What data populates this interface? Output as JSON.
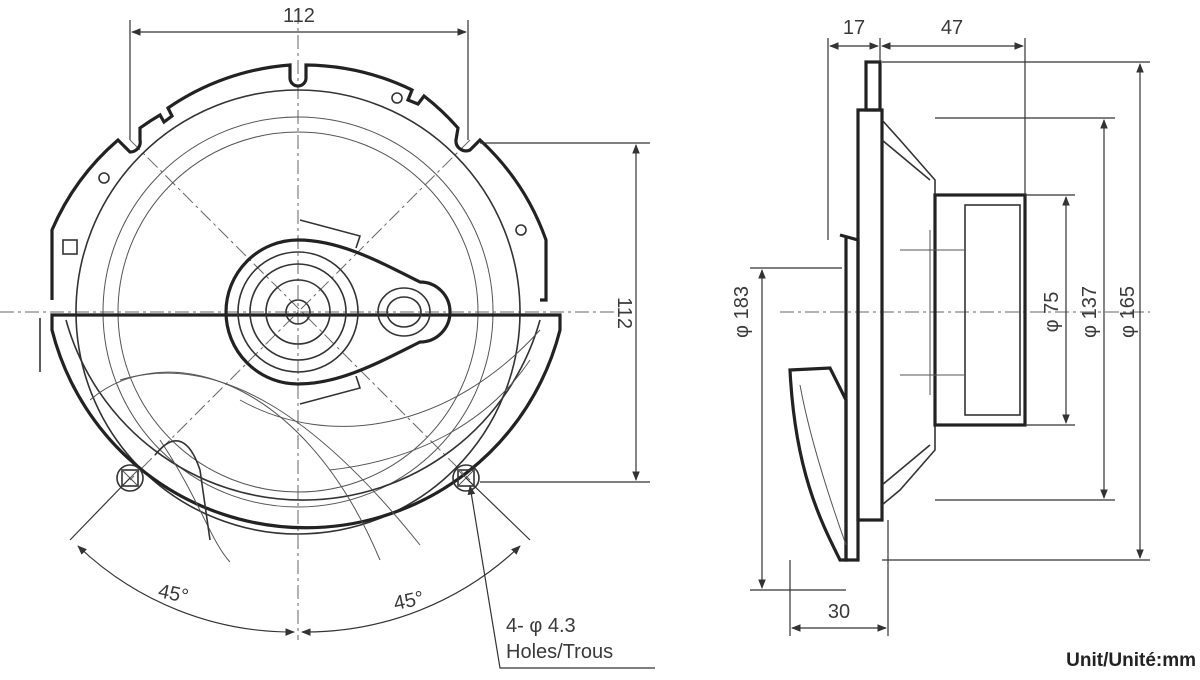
{
  "front_view": {
    "width_top": "112",
    "height_right": "112",
    "angle_left": "45°",
    "angle_right": "45°",
    "holes_count": "4- φ 4.3",
    "holes_label": "Holes/Trous"
  },
  "side_view": {
    "flange_depth": "17",
    "body_depth": "47",
    "grille_depth": "30",
    "grille_diameter": "φ 183",
    "magnet_diameter": "φ 75",
    "cutout_diameter": "φ 137",
    "frame_diameter": "φ 165"
  },
  "unit_label": "Unit/Unité:mm"
}
